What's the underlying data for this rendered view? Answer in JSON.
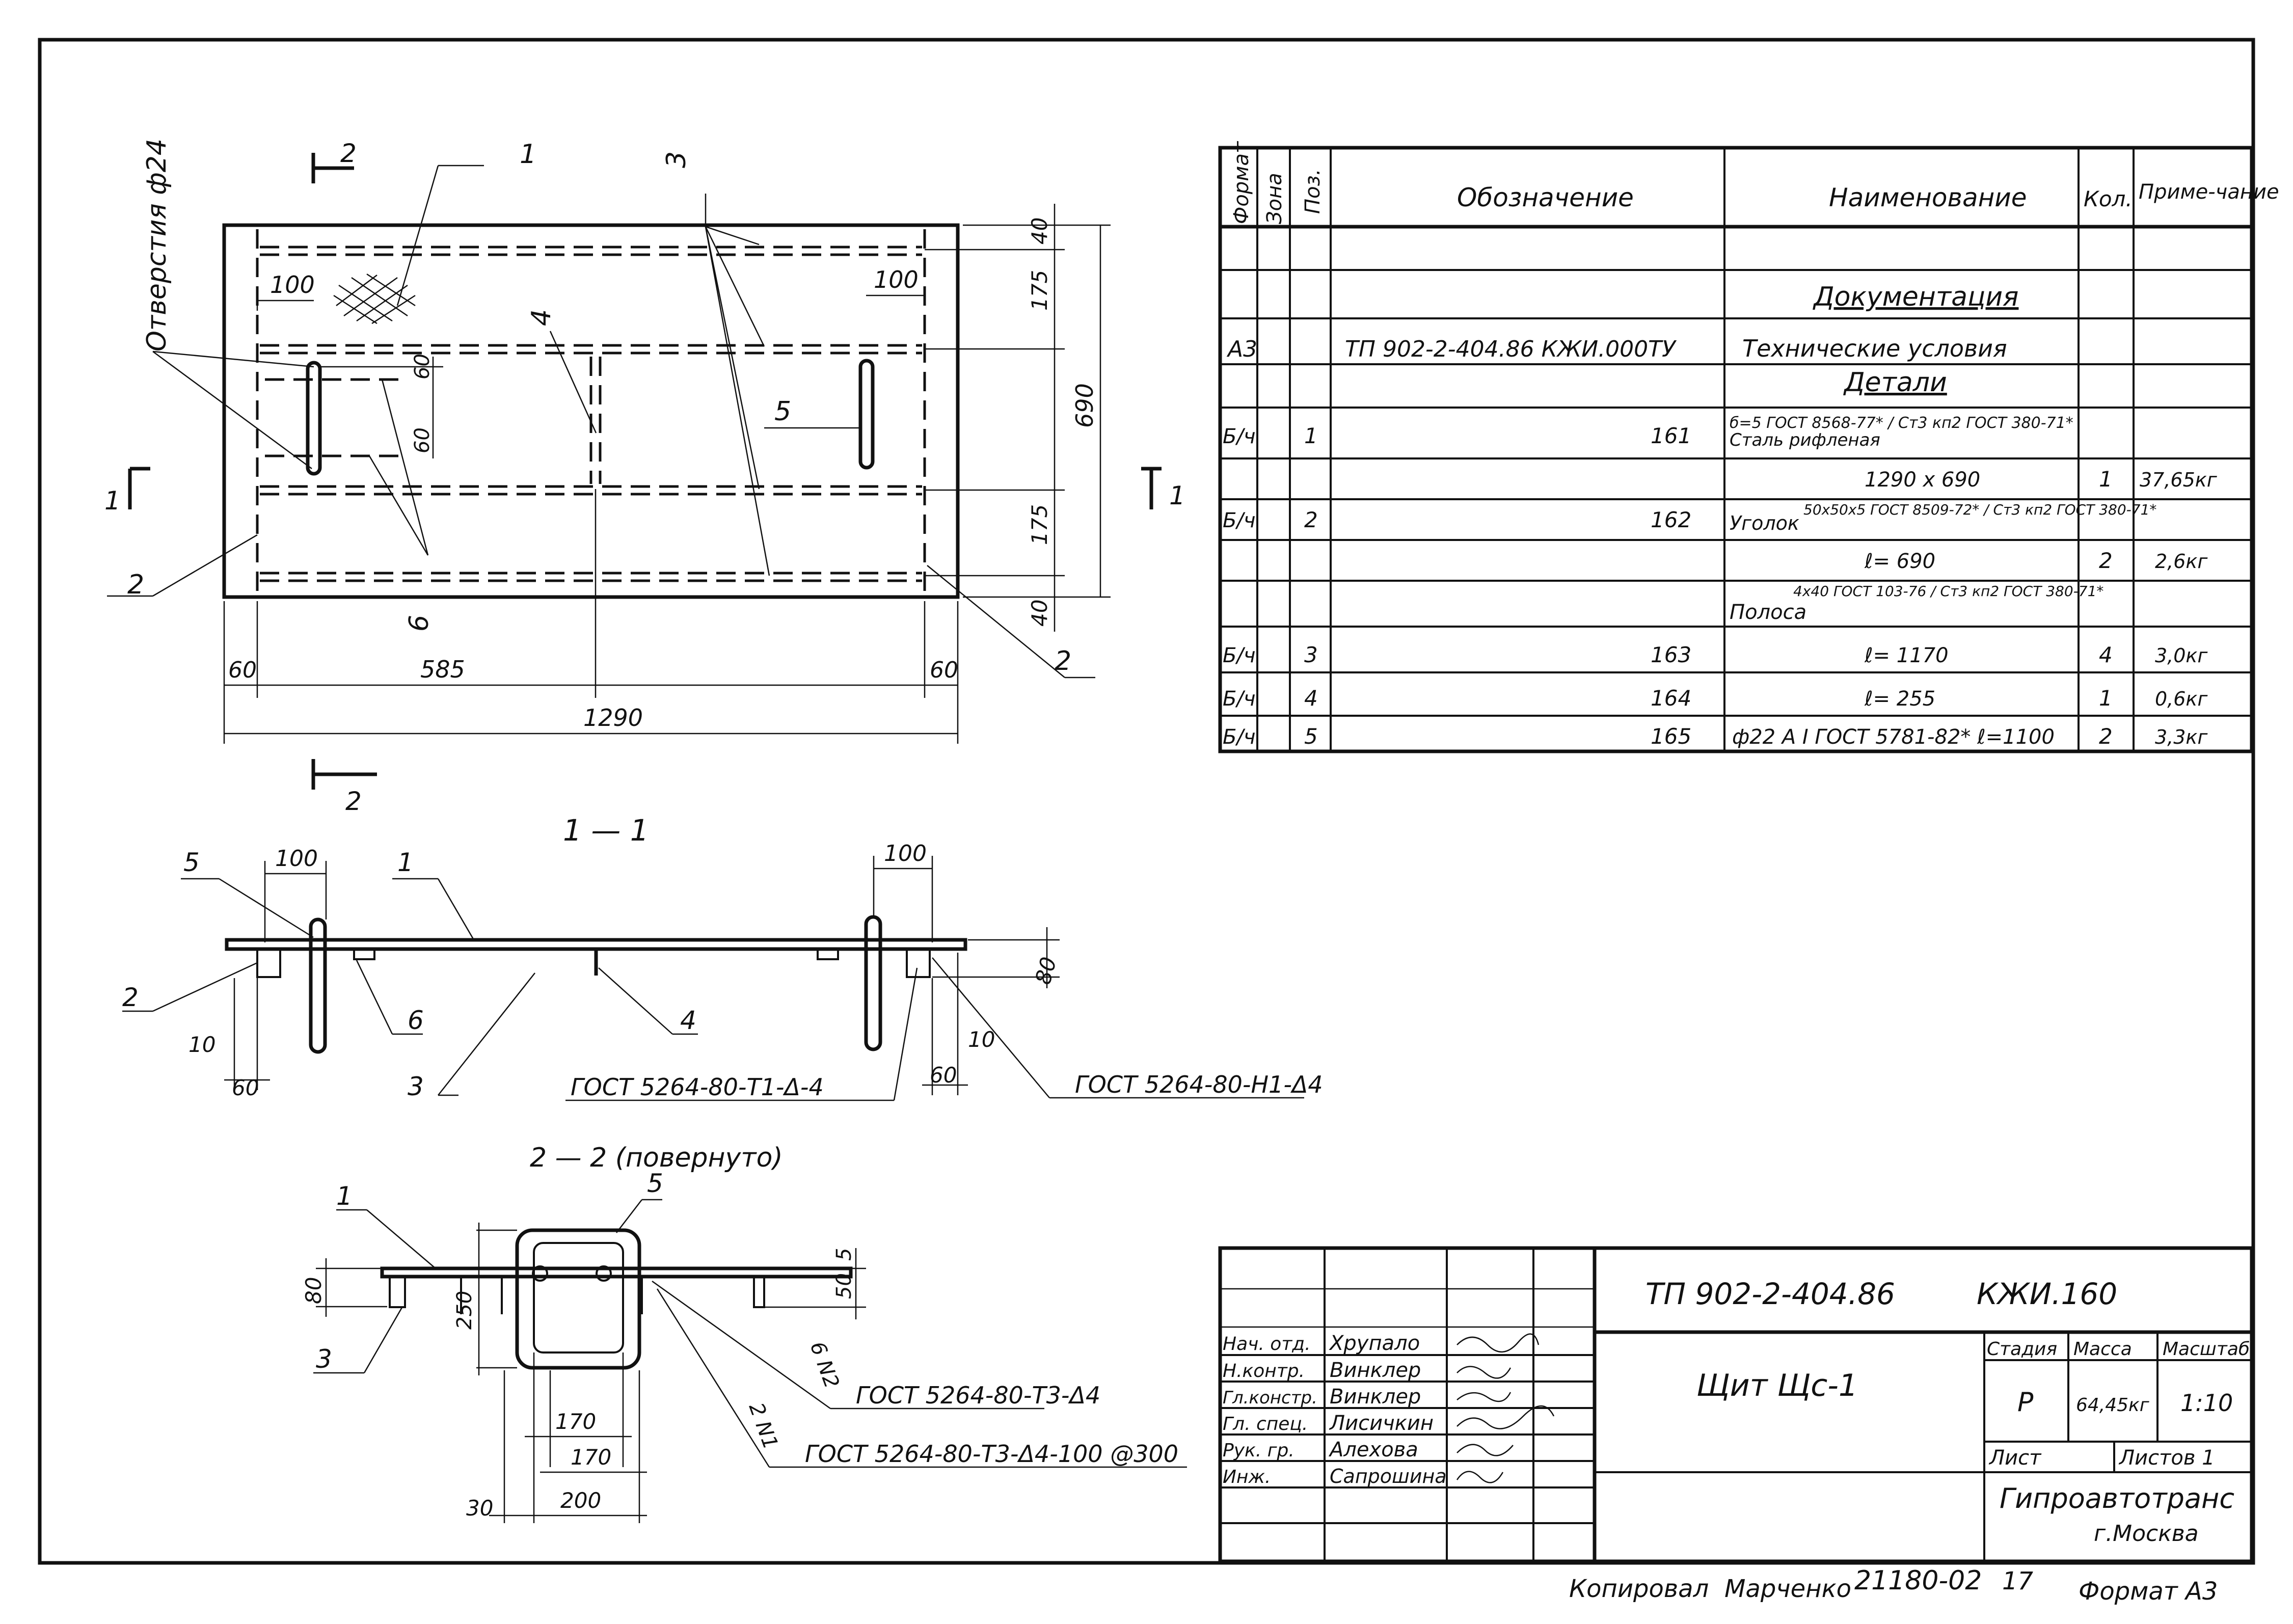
{
  "plan_view": {
    "note_holes": "Отверстия ф24",
    "section_mark": "1",
    "section2_mark": "2",
    "pos_labels": [
      "1",
      "2",
      "3",
      "4",
      "5",
      "6",
      "2"
    ],
    "dims": {
      "hole_offset_left": "100",
      "hole_offset_right": "100",
      "hole_spacing_a": "60",
      "hole_spacing_b": "60",
      "edge_left": "60",
      "span_mid": "585",
      "edge_right": "60",
      "total_width": "1290",
      "top_40": "40",
      "top_175": "175",
      "height_690": "690",
      "bot_175": "175",
      "bot_40": "40"
    }
  },
  "section_1_1": {
    "title": "1 — 1",
    "pos_labels": [
      "5",
      "1",
      "2",
      "6",
      "3",
      "4"
    ],
    "dims": {
      "left_100": "100",
      "right_100": "100",
      "h80": "80",
      "l10": "10",
      "l60": "60",
      "r10": "10",
      "r60": "60"
    },
    "weld_a": "ГОСТ 5264-80-Т1-Δ-4",
    "weld_b": "ГОСТ 5264-80-Н1-Δ4"
  },
  "section_2_2": {
    "title": "2 — 2 (повернуто)",
    "pos_labels": [
      "1",
      "5",
      "3"
    ],
    "dims": {
      "h80": "80",
      "h250": "250",
      "d50": "50",
      "d5": "5",
      "w170a": "170",
      "w170b": "170",
      "w200": "200",
      "w30": "30"
    },
    "weld_ref_a": "6 N2",
    "weld_ref_b": "2 N1",
    "weld_a": "ГОСТ 5264-80-Т3-Δ4",
    "weld_b": "ГОСТ 5264-80-Т3-Δ4-100 @300"
  },
  "spec_table": {
    "headers": {
      "format": "Формат",
      "zone": "Зона",
      "pos": "Поз.",
      "designation": "Обозначение",
      "name": "Наименование",
      "qty": "Кол.",
      "note": "Приме-чание"
    },
    "section_docs": "Документация",
    "doc_row": {
      "format": "А3",
      "designation": "ТП 902-2-404.86  КЖИ.000ТУ",
      "name": "Технические условия"
    },
    "section_parts": "Детали",
    "rows": [
      {
        "format": "Б/ч",
        "pos": "1",
        "designation": "161",
        "name": "Сталь рифленая",
        "name_spec": "б=5 ГОСТ 8568-77* / Ст3 кп2 ГОСТ 380-71*",
        "qty": "",
        "note": ""
      },
      {
        "format": "",
        "pos": "",
        "designation": "",
        "name": "1290 x 690",
        "name_spec": "",
        "qty": "1",
        "note": "37,65кг"
      },
      {
        "format": "Б/ч",
        "pos": "2",
        "designation": "162",
        "name": "Уголок",
        "name_spec": "50x50x5 ГОСТ 8509-72* / Ст3 кп2 ГОСТ 380-71*",
        "qty": "",
        "note": ""
      },
      {
        "format": "",
        "pos": "",
        "designation": "",
        "name": "ℓ= 690",
        "name_spec": "",
        "qty": "2",
        "note": "2,6кг"
      },
      {
        "format": "",
        "pos": "",
        "designation": "",
        "name": "Полоса",
        "name_spec": "4x40 ГОСТ 103-76 / Ст3 кп2 ГОСТ 380-71*",
        "qty": "",
        "note": ""
      },
      {
        "format": "Б/ч",
        "pos": "3",
        "designation": "163",
        "name": "ℓ= 1170",
        "name_spec": "",
        "qty": "4",
        "note": "3,0кг"
      },
      {
        "format": "Б/ч",
        "pos": "4",
        "designation": "164",
        "name": "ℓ= 255",
        "name_spec": "",
        "qty": "1",
        "note": "0,6кг"
      },
      {
        "format": "Б/ч",
        "pos": "5",
        "designation": "165",
        "name": "ф22 А I  ГОСТ 5781-82* ℓ=1100",
        "name_spec": "",
        "qty": "2",
        "note": "3,3кг"
      }
    ]
  },
  "title_block": {
    "code": "ТП 902-2-404.86",
    "code_suffix": "КЖИ.160",
    "title": "Щит  Щс-1",
    "stage_label": "Стадия",
    "mass_label": "Масса",
    "scale_label": "Масштаб",
    "stage": "Р",
    "mass": "64,45кг",
    "scale": "1:10",
    "sheet_label": "Лист",
    "sheets_label": "Листов 1",
    "org": "Гипроавтотранс",
    "city": "г.Москва",
    "roles": [
      {
        "role": "Нач. отд.",
        "name": "Хрупало"
      },
      {
        "role": "Н.контр.",
        "name": "Винклер"
      },
      {
        "role": "Гл.констр.",
        "name": "Винклер"
      },
      {
        "role": "Гл. спец.",
        "name": "Лисичкин"
      },
      {
        "role": "Рук. гр.",
        "name": "Алехова"
      },
      {
        "role": "Инж.",
        "name": "Сапрошина"
      }
    ]
  },
  "footer": {
    "copied_label": "Копировал",
    "copied_name": "Марченко",
    "doc_no": "21180-02",
    "page": "17",
    "format": "Формат А3"
  }
}
